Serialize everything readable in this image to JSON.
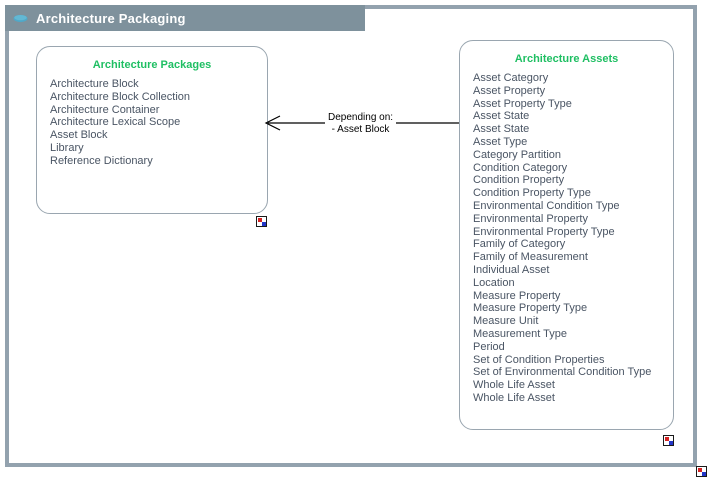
{
  "window": {
    "title": "Architecture Packaging",
    "icon": "package-lozenge-icon",
    "titlebar_color": "#7e919c",
    "frame_color": "#93a2ae"
  },
  "diagram": {
    "title_color": "#1fbf63",
    "item_color": "#4a5564",
    "box_border_color": "#9aa6b0",
    "packages": [
      {
        "name": "architecture-packages",
        "title": "Architecture Packages",
        "items": [
          "Architecture Block",
          "Architecture Block Collection",
          "Architecture Container",
          "Architecture Lexical Scope",
          "Asset Block",
          "Library",
          "Reference Dictionary"
        ]
      },
      {
        "name": "architecture-assets",
        "title": "Architecture Assets",
        "items": [
          "Asset Category",
          "Asset Property",
          "Asset Property Type",
          "Asset State",
          "Asset State",
          "Asset Type",
          "Category Partition",
          "Condition Category",
          "Condition Property",
          "Condition Property Type",
          "Environmental Condition Type",
          "Environmental Property",
          "Environmental Property Type",
          "Family of Category",
          "Family of Measurement",
          "Individual Asset",
          "Location",
          "Measure Property",
          "Measure Property Type",
          "Measure Unit",
          "Measurement Type",
          "Period",
          "Set of Condition Properties",
          "Set of Environmental Condition Type",
          "Whole Life Asset",
          "Whole Life Asset"
        ]
      }
    ],
    "connector": {
      "name": "depending-on-arrow",
      "direction": "right-to-left",
      "label_line1": "Depending on:",
      "label_line2": "- Asset Block",
      "color": "#000000"
    },
    "markers": [
      {
        "name": "diagram-link-marker-left"
      },
      {
        "name": "diagram-link-marker-right"
      },
      {
        "name": "diagram-link-marker-canvas"
      }
    ]
  }
}
